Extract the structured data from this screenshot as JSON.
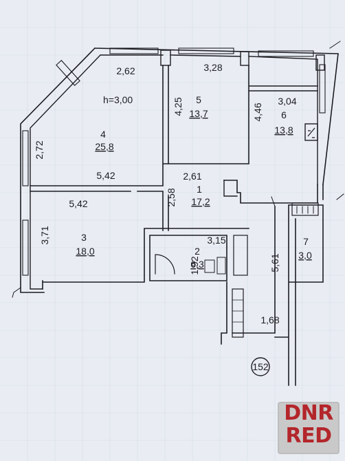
{
  "plan": {
    "ceiling_height": "h=3,00",
    "stamp": "152",
    "watermark": [
      "DNR",
      "RED"
    ],
    "rooms": [
      {
        "id": "1",
        "area": "17,2"
      },
      {
        "id": "2",
        "area": "6,3"
      },
      {
        "id": "3",
        "area": "18,0"
      },
      {
        "id": "4",
        "area": "25,8"
      },
      {
        "id": "5",
        "area": "13,7"
      },
      {
        "id": "6",
        "area": "13,8"
      },
      {
        "id": "7",
        "area": "3,0"
      }
    ],
    "dimensions": [
      "2,62",
      "3,28",
      "4,25",
      "4,46",
      "3,04",
      "2,72",
      "5,42",
      "5,42",
      "2,61",
      "2,58",
      "3,71",
      "3,15",
      "1,92",
      "5,61",
      "1,68"
    ]
  },
  "colors": {
    "background": "#e9edf3",
    "lines": "#1c1c22",
    "watermark_text": "#b3262b"
  }
}
